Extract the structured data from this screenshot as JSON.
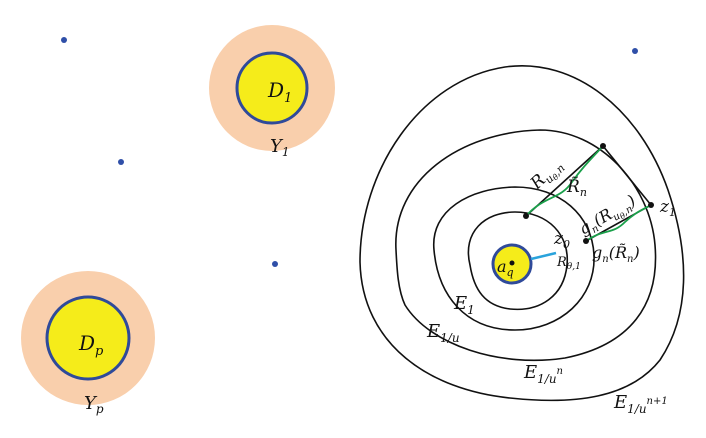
{
  "colors": {
    "halo": "#f9cfac",
    "disk": "#f5ec1a",
    "ring": "#2f4a9a",
    "dot": "#2f4fa8",
    "curve": "#111111",
    "green": "#1aa04a",
    "cyan": "#2aa3dc"
  },
  "labels": {
    "D1": {
      "main": "D",
      "sub": "1"
    },
    "Y1": {
      "main": "Y",
      "sub": "1"
    },
    "Dp": {
      "main": "D",
      "sub": "p"
    },
    "Yp": {
      "main": "Y",
      "sub": "p"
    },
    "aq": {
      "main": "a",
      "sub": "q"
    },
    "E1": {
      "main": "E",
      "sub": "1"
    },
    "E1u": {
      "main": "E",
      "sub": "1/u"
    },
    "E1un": {
      "main": "E",
      "sub": "1/u",
      "sup": "n"
    },
    "E1un1": {
      "main": "E",
      "sub": "1/u",
      "sup": "n+1"
    },
    "Runth": {
      "main": "R",
      "sub": "u",
      "subsub": "θ",
      "sub2": ",n"
    },
    "Rn": {
      "main": "R̃",
      "sub": "n"
    },
    "gnR": {
      "prefix": "g",
      "prefix_sub": "n",
      "open": "(R",
      "sub": "u",
      "subsub": "θ",
      "sub2": ",n",
      "close": ")"
    },
    "gnRtilde": {
      "prefix": "g",
      "prefix_sub": "n",
      "open": "(R̃",
      "sub": "n",
      "close": ")"
    },
    "z0": {
      "main": "z",
      "sub": "0"
    },
    "z1": {
      "main": "z",
      "sub": "1"
    },
    "Rth1": {
      "main": "R",
      "sub": "θ,1"
    }
  }
}
